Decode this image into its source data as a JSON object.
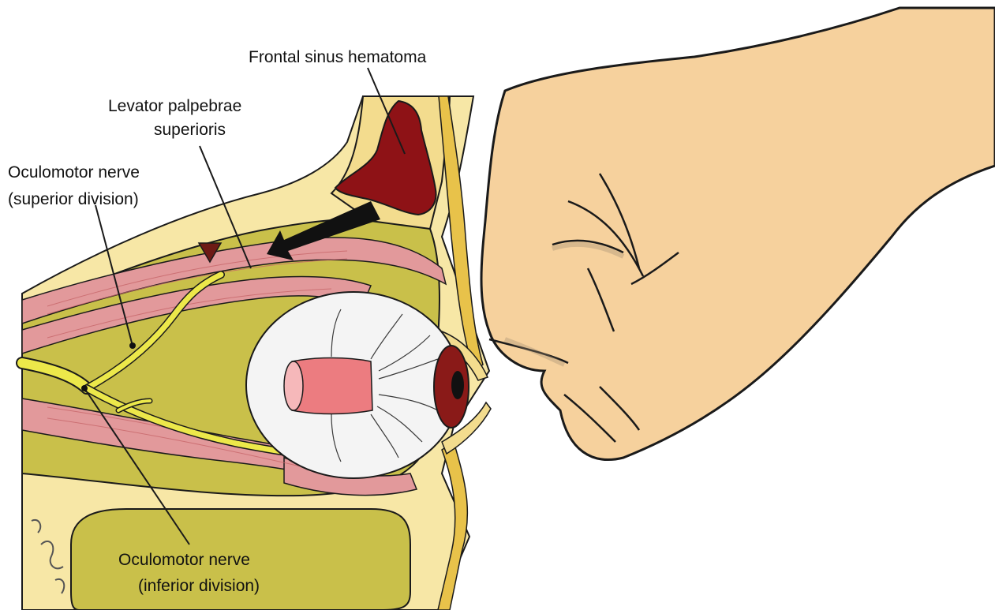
{
  "labels": {
    "frontal_sinus": "Frontal sinus  hematoma",
    "levator_line1": "Levator palpebrae",
    "levator_line2": "superioris",
    "superior_line1": "Oculomotor nerve",
    "superior_line2": "(superior division)",
    "inferior_line1": "Oculomotor nerve",
    "inferior_line2": "(inferior division)"
  },
  "colors": {
    "bone": "#f7e7a6",
    "fat": "#c9c04a",
    "nerve": "#ece84a",
    "muscle": "#e2999b",
    "hematoma": "#8e1216",
    "skin": "#f6d19d",
    "outline": "#1a1a1a",
    "sclera": "#f4f4f4",
    "iris": "#8a1a18"
  },
  "icons": [
    "fist-illustration",
    "eyeball-illustration",
    "impact-arrow-icon",
    "arrowhead-marker-icon",
    "signature-mark"
  ]
}
